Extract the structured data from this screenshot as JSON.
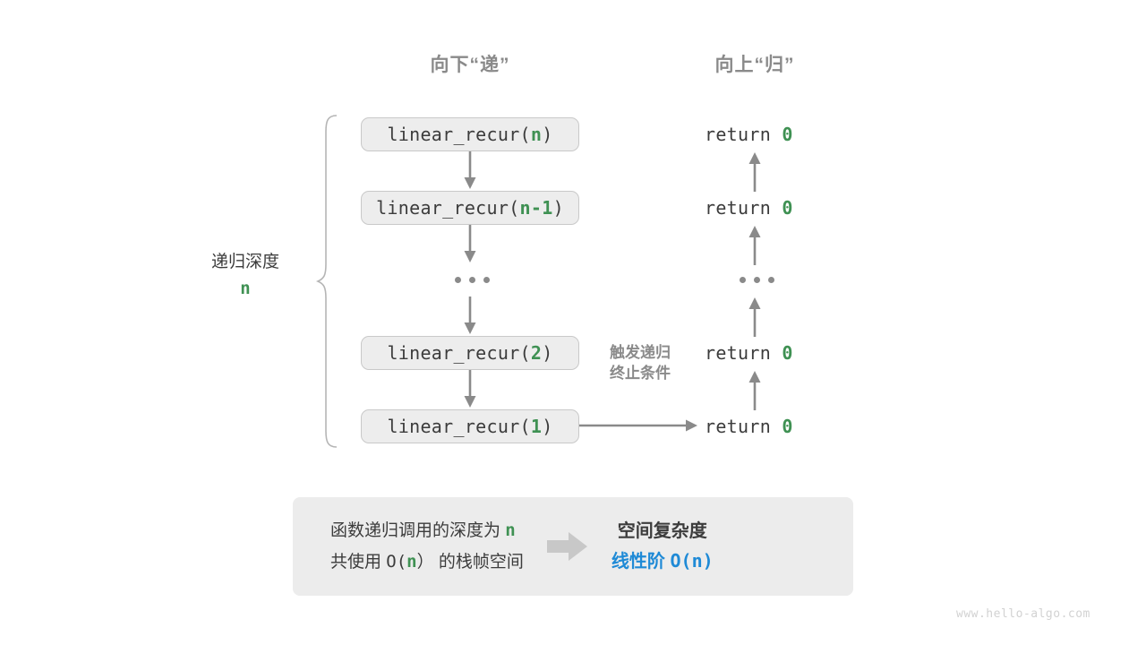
{
  "headers": {
    "down": "向下“递”",
    "up": "向上“归”"
  },
  "depth_label": {
    "text": "递归深度",
    "value": "n"
  },
  "trigger_label": {
    "line1": "触发递归",
    "line2": "终止条件"
  },
  "call_stack": [
    {
      "prefix": "linear_recur(",
      "arg": "n",
      "suffix": ")"
    },
    {
      "prefix": "linear_recur(",
      "arg": "n-1",
      "suffix": ")"
    },
    {
      "ellipsis": "..."
    },
    {
      "prefix": "linear_recur(",
      "arg": "2",
      "suffix": ")"
    },
    {
      "prefix": "linear_recur(",
      "arg": "1",
      "suffix": ")"
    }
  ],
  "returns": [
    {
      "keyword": "return",
      "value": "0"
    },
    {
      "keyword": "return",
      "value": "0"
    },
    {
      "ellipsis": "..."
    },
    {
      "keyword": "return",
      "value": "0"
    },
    {
      "keyword": "return",
      "value": "0"
    }
  ],
  "summary": {
    "left_line1_a": "函数递归调用的深度为 ",
    "left_line1_n": "n",
    "left_line2_a": "共使用 ",
    "left_line2_b": "O(",
    "left_line2_n": "n",
    "left_line2_c": "）",
    "left_line2_d": " 的栈帧空间",
    "arrow": "right-block-arrow",
    "right_title": "空间复杂度",
    "right_value_text": "线性阶 ",
    "right_value_big_o": "O(n)"
  },
  "watermark": "www.hello-algo.com",
  "colors": {
    "green": "#3f9153",
    "blue": "#1f8ad6",
    "gray_text": "#3c3c3c",
    "gray_muted": "#8a8a8a",
    "box_fill": "#ededed",
    "box_border": "#c9c9c9",
    "panel_fill": "#ececec",
    "arrow_gray": "#8a8a8a",
    "block_arrow": "#c8c8c8",
    "watermark": "#d2d2d2"
  }
}
